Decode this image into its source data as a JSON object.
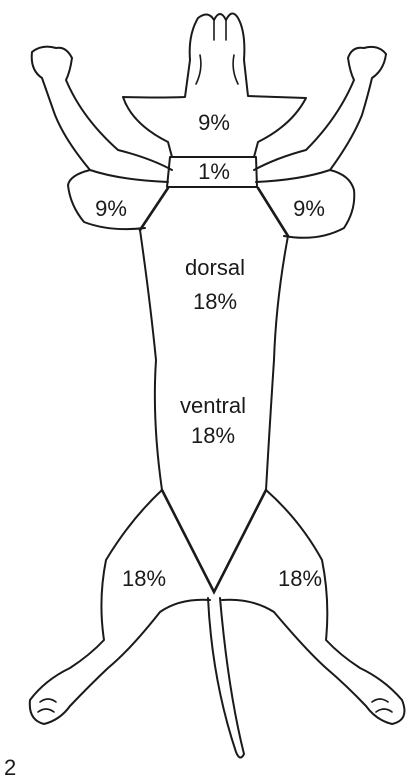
{
  "regions": {
    "head": {
      "percent": "9%"
    },
    "neck": {
      "percent": "1%"
    },
    "left_forelimb": {
      "percent": "9%"
    },
    "right_forelimb": {
      "percent": "9%"
    },
    "trunk_dorsal": {
      "label": "dorsal",
      "percent": "18%"
    },
    "trunk_ventral": {
      "label": "ventral",
      "percent": "18%"
    },
    "left_hindlimb": {
      "percent": "18%"
    },
    "right_hindlimb": {
      "percent": "18%"
    }
  },
  "figure_number": "2",
  "colors": {
    "line": "#1a1a1a",
    "background": "#ffffff"
  }
}
